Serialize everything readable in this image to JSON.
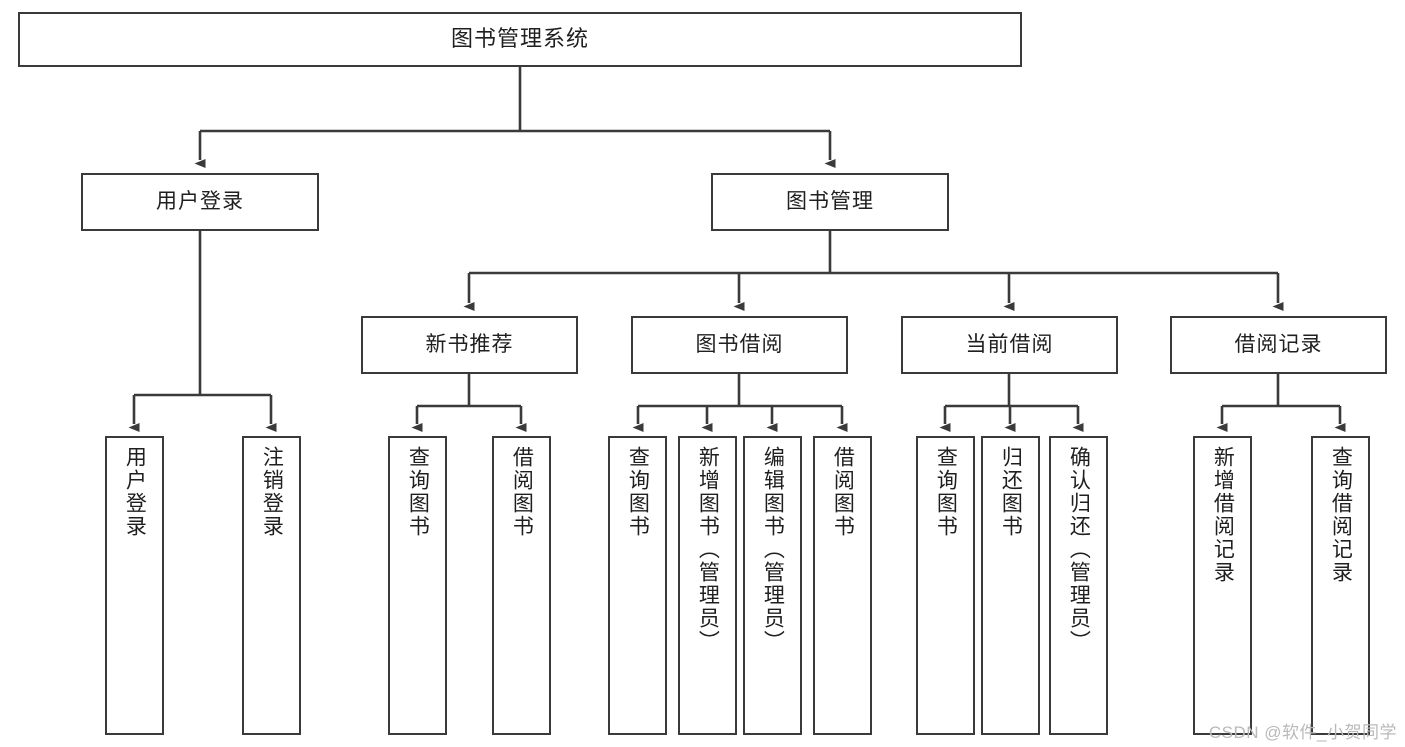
{
  "diagram": {
    "type": "tree-hierarchy-chart",
    "title": "图书管理系统",
    "orientation": "top-down",
    "colors": {
      "box_border": "#3a3a3a",
      "box_fill": "#ffffff",
      "connector": "#3a3a3a",
      "text": "#1f1f1f",
      "watermark": "#b9b9b9",
      "background": "#ffffff"
    }
  },
  "nodes": {
    "root": {
      "label": "图书管理系统"
    },
    "level2": [
      {
        "id": "user-login",
        "label": "用户登录"
      },
      {
        "id": "book-manage",
        "label": "图书管理"
      }
    ],
    "level3": [
      {
        "id": "new-book-recommend",
        "label": "新书推荐"
      },
      {
        "id": "book-borrow",
        "label": "图书借阅"
      },
      {
        "id": "current-borrow",
        "label": "当前借阅"
      },
      {
        "id": "borrow-record",
        "label": "借阅记录"
      }
    ],
    "leaves": [
      {
        "id": "leaf-user-login",
        "label": "用户登录",
        "parent": "user-login"
      },
      {
        "id": "leaf-user-logout",
        "label": "注销登录",
        "parent": "user-login"
      },
      {
        "id": "leaf-query-book-1",
        "label": "查询图书",
        "parent": "new-book-recommend"
      },
      {
        "id": "leaf-borrow-book-1",
        "label": "借阅图书",
        "parent": "new-book-recommend"
      },
      {
        "id": "leaf-query-book-2",
        "label": "查询图书",
        "parent": "book-borrow"
      },
      {
        "id": "leaf-add-book",
        "label": "新增图书（管理员）",
        "parent": "book-borrow"
      },
      {
        "id": "leaf-edit-book",
        "label": "编辑图书（管理员）",
        "parent": "book-borrow"
      },
      {
        "id": "leaf-borrow-book-2",
        "label": "借阅图书",
        "parent": "book-borrow"
      },
      {
        "id": "leaf-query-book-3",
        "label": "查询图书",
        "parent": "current-borrow"
      },
      {
        "id": "leaf-return-book",
        "label": "归还图书",
        "parent": "current-borrow"
      },
      {
        "id": "leaf-confirm-return",
        "label": "确认归还（管理员）",
        "parent": "current-borrow"
      },
      {
        "id": "leaf-add-record",
        "label": "新增借阅记录",
        "parent": "borrow-record"
      },
      {
        "id": "leaf-query-record",
        "label": "查询借阅记录",
        "parent": "borrow-record"
      }
    ]
  },
  "watermark": {
    "text": "CSDN @软件_小贺同学"
  }
}
